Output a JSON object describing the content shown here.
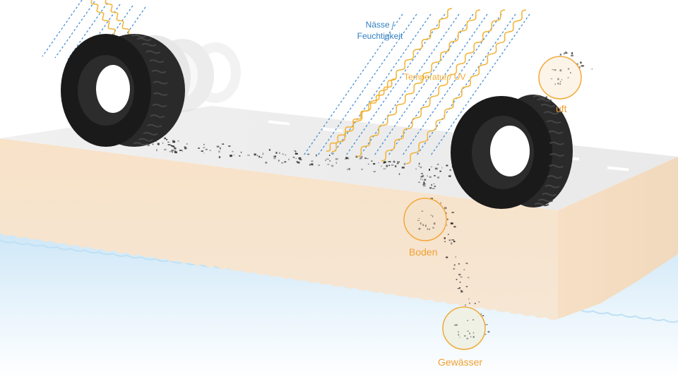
{
  "labels": {
    "wetness": "Nässe / Feuchtigkeit",
    "wetness_line1": "Nässe /",
    "wetness_line2": "Feuchtigkeit",
    "temperature": "Temperatur / UV",
    "air": "uft",
    "soil": "Boden",
    "water": "Gewässer"
  },
  "icons": [
    "tire-icon",
    "tire-ghost-icon",
    "rain-lines-icon",
    "heat-wave-icon",
    "particle-icon"
  ],
  "colors": {
    "rain": "#4a90d2",
    "heat": "#f2b233",
    "circle": "#f2a93b",
    "soil": "#f7e4cc",
    "road": "#eeeeee",
    "water": "#d6ecf8",
    "tire": "#1c1c1c"
  }
}
